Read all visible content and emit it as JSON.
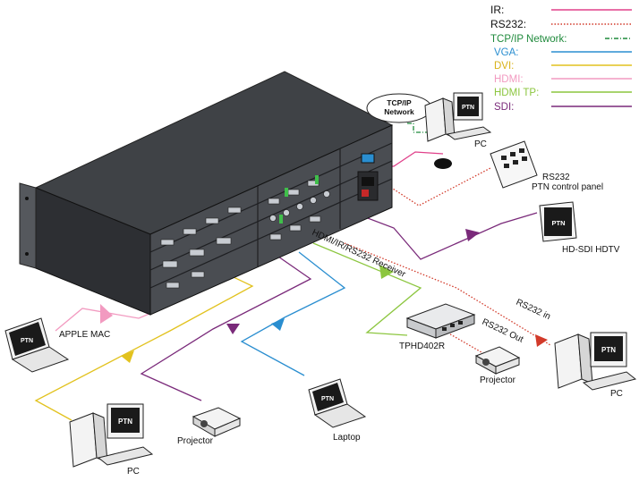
{
  "legend": [
    {
      "label": "IR:",
      "color": "#e0408a",
      "style": "solid"
    },
    {
      "label": "RS232:",
      "color": "#d23a2a",
      "style": "dotted"
    },
    {
      "label": "TCP/IP Network:",
      "color": "#1f8a3c",
      "style": "dashdot"
    },
    {
      "label": "VGA:",
      "color": "#2a8ed0",
      "style": "solid"
    },
    {
      "label": "DVI:",
      "color": "#e2c21e",
      "style": "solid"
    },
    {
      "label": "HDMI:",
      "color": "#f29ac0",
      "style": "solid"
    },
    {
      "label": "HDMI TP:",
      "color": "#8cc63f",
      "style": "solid"
    },
    {
      "label": "SDI:",
      "color": "#7a2a7a",
      "style": "solid"
    }
  ],
  "labels": {
    "pc_top": "PC",
    "rs232_panel_1": "RS232",
    "rs232_panel_2": "PTN control panel",
    "sdi_tv": "HD-SDI HDTV",
    "apple_mac": "APPLE MAC",
    "pc_left": "PC",
    "projector_left": "Projector",
    "laptop": "Laptop",
    "receiver_line": "HDMI/IR/RS232 Receiver",
    "receiver_model": "TPHD402R",
    "rs232_out": "RS232 Out",
    "projector_right": "Projector",
    "rs232_in": "RS232 in",
    "pc_right": "PC",
    "tcpip_1": "TCP/IP",
    "tcpip_2": "Network",
    "brand": "PTN"
  }
}
